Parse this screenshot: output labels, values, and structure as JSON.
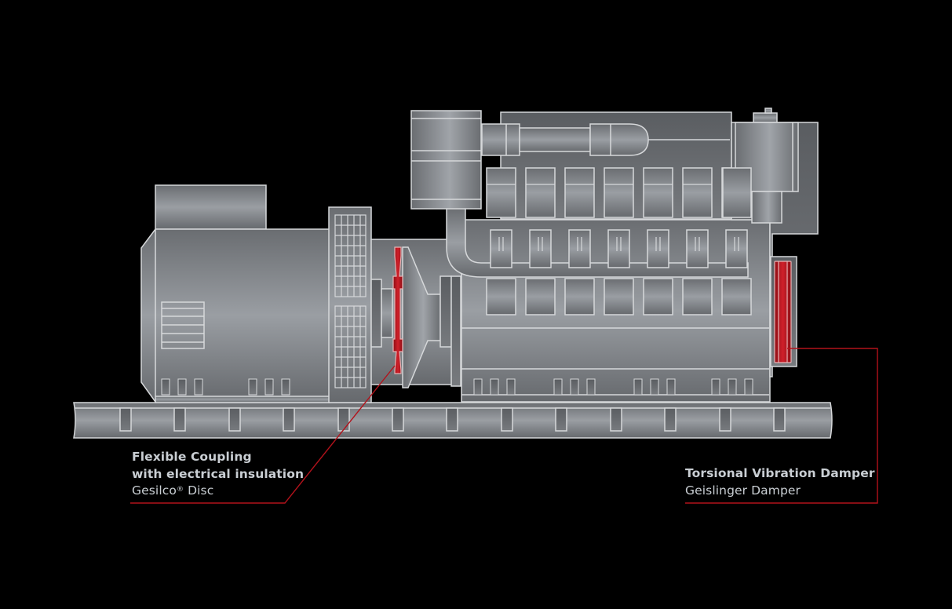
{
  "diagram": {
    "type": "genset-side-view",
    "background": "#000000",
    "metal_color": "#8e9297",
    "outline_color": "#d8dadc",
    "highlight_color": "#c0141e",
    "components": [
      "generator",
      "flexible-coupling",
      "diesel-engine",
      "turbocharger",
      "exhaust-manifold",
      "torsional-vibration-damper",
      "base-frame"
    ]
  },
  "callouts": {
    "coupling": {
      "title_line1": "Flexible Coupling",
      "title_line2": "with electrical insulation",
      "subtitle_name": "Gesilco",
      "subtitle_mark": "®",
      "subtitle_rest": " Disc"
    },
    "damper": {
      "title": "Torsional Vibration Damper",
      "subtitle": "Geislinger Damper"
    }
  }
}
